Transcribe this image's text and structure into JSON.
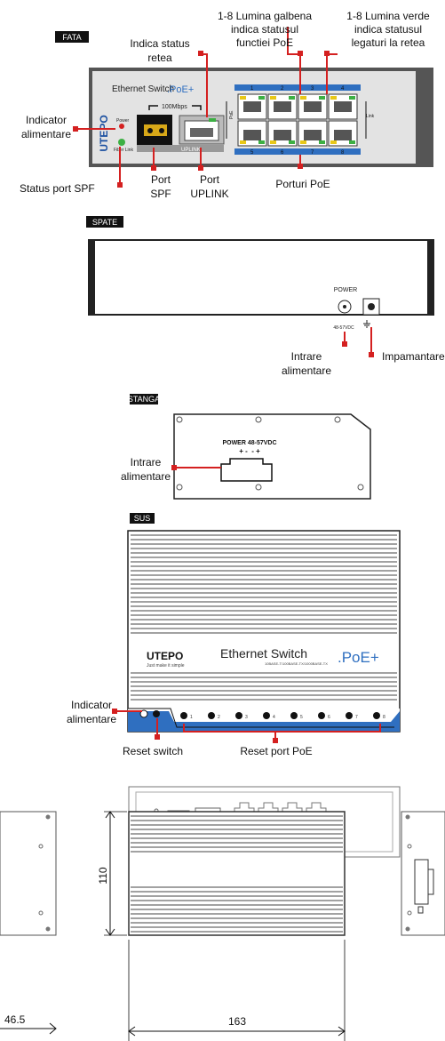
{
  "sections": {
    "front": "FATA",
    "back": "SPATE",
    "left": "STANGA",
    "top": "SUS"
  },
  "front": {
    "yellow_led_callout": [
      "1-8 Lumina galbena",
      "indica statusul",
      "functiei PoE"
    ],
    "green_led_callout": [
      "1-8 Lumina verde",
      "indica statusul",
      "legaturi la retea"
    ],
    "net_status_callout": [
      "Indica status",
      "retea"
    ],
    "power_indicator_callout": [
      "Indicator",
      "alimentare"
    ],
    "spf_status_callout": "Status port SPF",
    "spf_port_callout": [
      "Port",
      "SPF"
    ],
    "uplink_port_callout": [
      "Port",
      "UPLINK"
    ],
    "poe_ports_callout": "Porturi PoE",
    "brand_text": "Ethernet Switch",
    "poe_brand": ".PoE+",
    "logo_vertical": "UTEPO",
    "speed_label": "100Mbps",
    "uplink_label": "UPLINK",
    "power_led_label": "Power",
    "fiber_link_label": "Fiber Link",
    "poe_side_label": "PoE",
    "link_side_label": "Link",
    "top_port_numbers": [
      "1",
      "2",
      "3",
      "4"
    ],
    "bottom_port_numbers": [
      "5",
      "6",
      "7",
      "8"
    ]
  },
  "back": {
    "power_label": "POWER",
    "voltage_label": "48-57VDC",
    "power_input_callout": [
      "Intrare",
      "alimentare"
    ],
    "ground_callout": "Impamantare"
  },
  "left": {
    "power_label": "POWER 48-57VDC",
    "polarity": "+ -  - +",
    "power_input_callout": [
      "Intrare",
      "alimentare"
    ]
  },
  "top": {
    "logo": "UTEPO",
    "tagline": "Just make it simple",
    "brand_text": "Ethernet Switch",
    "poe_brand": ".PoE+",
    "brand_subtext": "10BASE-T/100BASE-TX/1000BASE-TX",
    "power_indicator_callout": [
      "Indicator",
      "alimentare"
    ],
    "reset_switch_callout": "Reset switch",
    "reset_poe_callout": "Reset port PoE",
    "port_numbers": [
      "1",
      "2",
      "3",
      "4",
      "5",
      "6",
      "7",
      "8"
    ]
  },
  "dimensions": {
    "depth": "46.5",
    "height": "110",
    "width": "163"
  },
  "colors": {
    "callout_red": "#d42020",
    "poe_blue": "#2f6fc0",
    "led_yellow": "#e8c818",
    "led_green": "#3cb043",
    "panel_gray": "#d8d8d8"
  }
}
